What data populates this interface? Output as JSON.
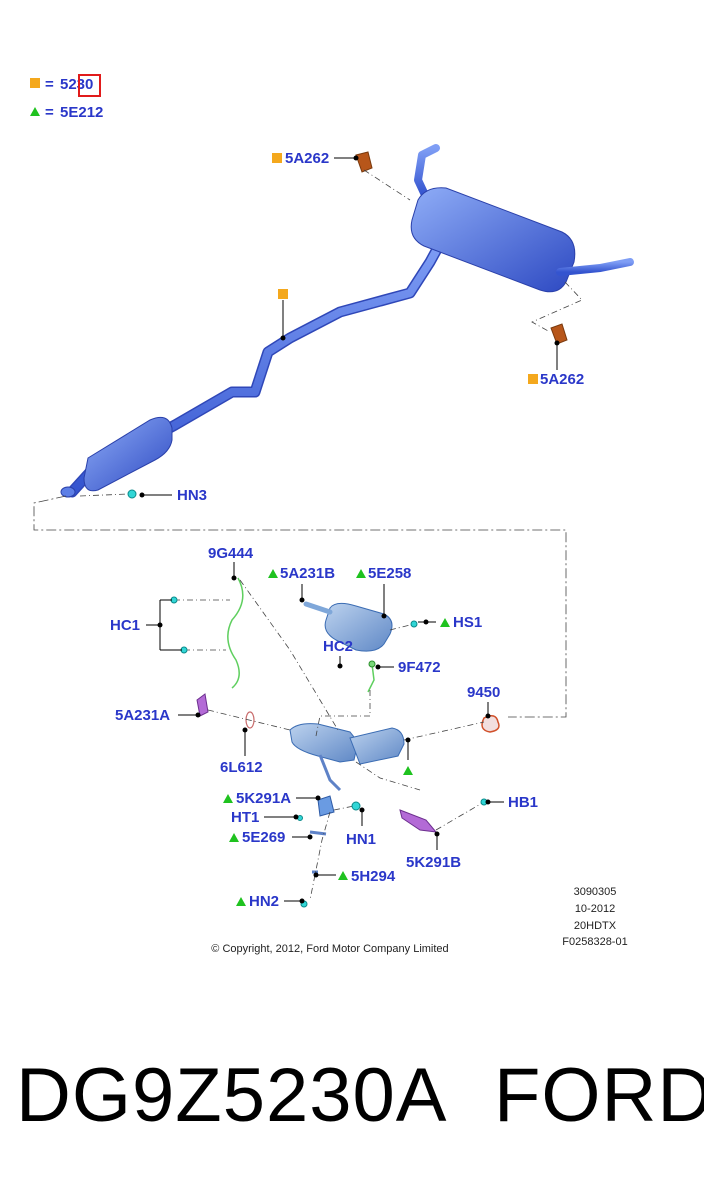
{
  "legend": {
    "square_code": "5230",
    "triangle_code": "5E212",
    "square_prefix": "= ",
    "triangle_prefix": "= "
  },
  "labels": {
    "hanger_top": "5A262",
    "hanger_right": "5A262",
    "hn3": "HN3",
    "g9444": "9G444",
    "a5231b": "5A231B",
    "e5258": "5E258",
    "hc1": "HC1",
    "hs1": "HS1",
    "hc2": "HC2",
    "f9472": "9F472",
    "n9450": "9450",
    "a5231a": "5A231A",
    "l6612": "6L612",
    "k5291a": "5K291A",
    "hb1": "HB1",
    "ht1": "HT1",
    "hn1": "HN1",
    "e5269": "5E269",
    "k5291b": "5K291B",
    "h5294": "5H294",
    "hn2": "HN2"
  },
  "info": {
    "line1": "3090305",
    "line2": "10-2012",
    "line3": "20HDTX",
    "line4": "F0258328-01"
  },
  "copyright": "© Copyright, 2012, Ford Motor Company Limited",
  "part_number": "DG9Z5230A",
  "brand": "FORD",
  "colors": {
    "label_blue": "#2a37c9",
    "square_marker": "#f4a81d",
    "triangle_marker": "#1fc21f",
    "pipe_blue": "#4a6ee0",
    "hanger_brown": "#b7561a",
    "highlight_red": "#e11b1b"
  }
}
